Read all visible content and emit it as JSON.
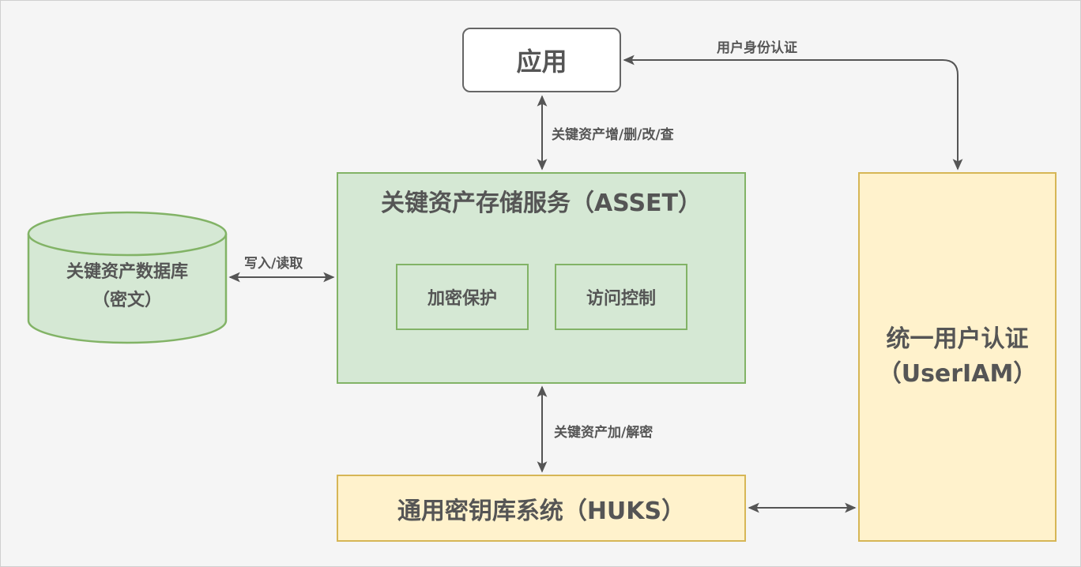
{
  "nodes": {
    "app": "应用",
    "asset_service": "关键资产存储服务（ASSET）",
    "encryption": "加密保护",
    "access_control": "访问控制",
    "database_line1": "关键资产数据库",
    "database_line2": "（密文）",
    "huks": "通用密钥库系统（HUKS）",
    "useriam_line1": "统一用户认证",
    "useriam_line2": "（UserIAM）"
  },
  "edges": {
    "user_auth": "用户身份认证",
    "asset_crud": "关键资产增/删/改/查",
    "write_read": "写入/读取",
    "asset_crypt": "关键资产加/解密"
  },
  "colors": {
    "green_fill": "#d5e8d4",
    "green_stroke": "#82b366",
    "yellow_fill": "#fff2cc",
    "yellow_stroke": "#d6b656",
    "arrow": "#555555"
  }
}
